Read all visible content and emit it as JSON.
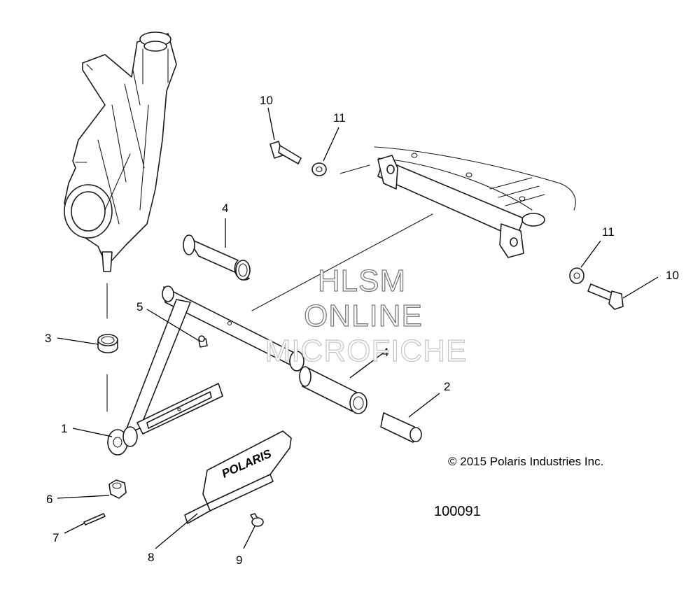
{
  "diagram": {
    "callouts": [
      "1",
      "2",
      "3",
      "4",
      "4",
      "5",
      "6",
      "7",
      "8",
      "9",
      "10",
      "10",
      "11",
      "11"
    ],
    "watermark": {
      "line1": "HLSM",
      "line2": "ONLINE",
      "line3": "MICROFICHE"
    },
    "brand_text": "POLARIS",
    "copyright": "© 2015 Polaris Industries Inc.",
    "figure_number": "100091"
  }
}
